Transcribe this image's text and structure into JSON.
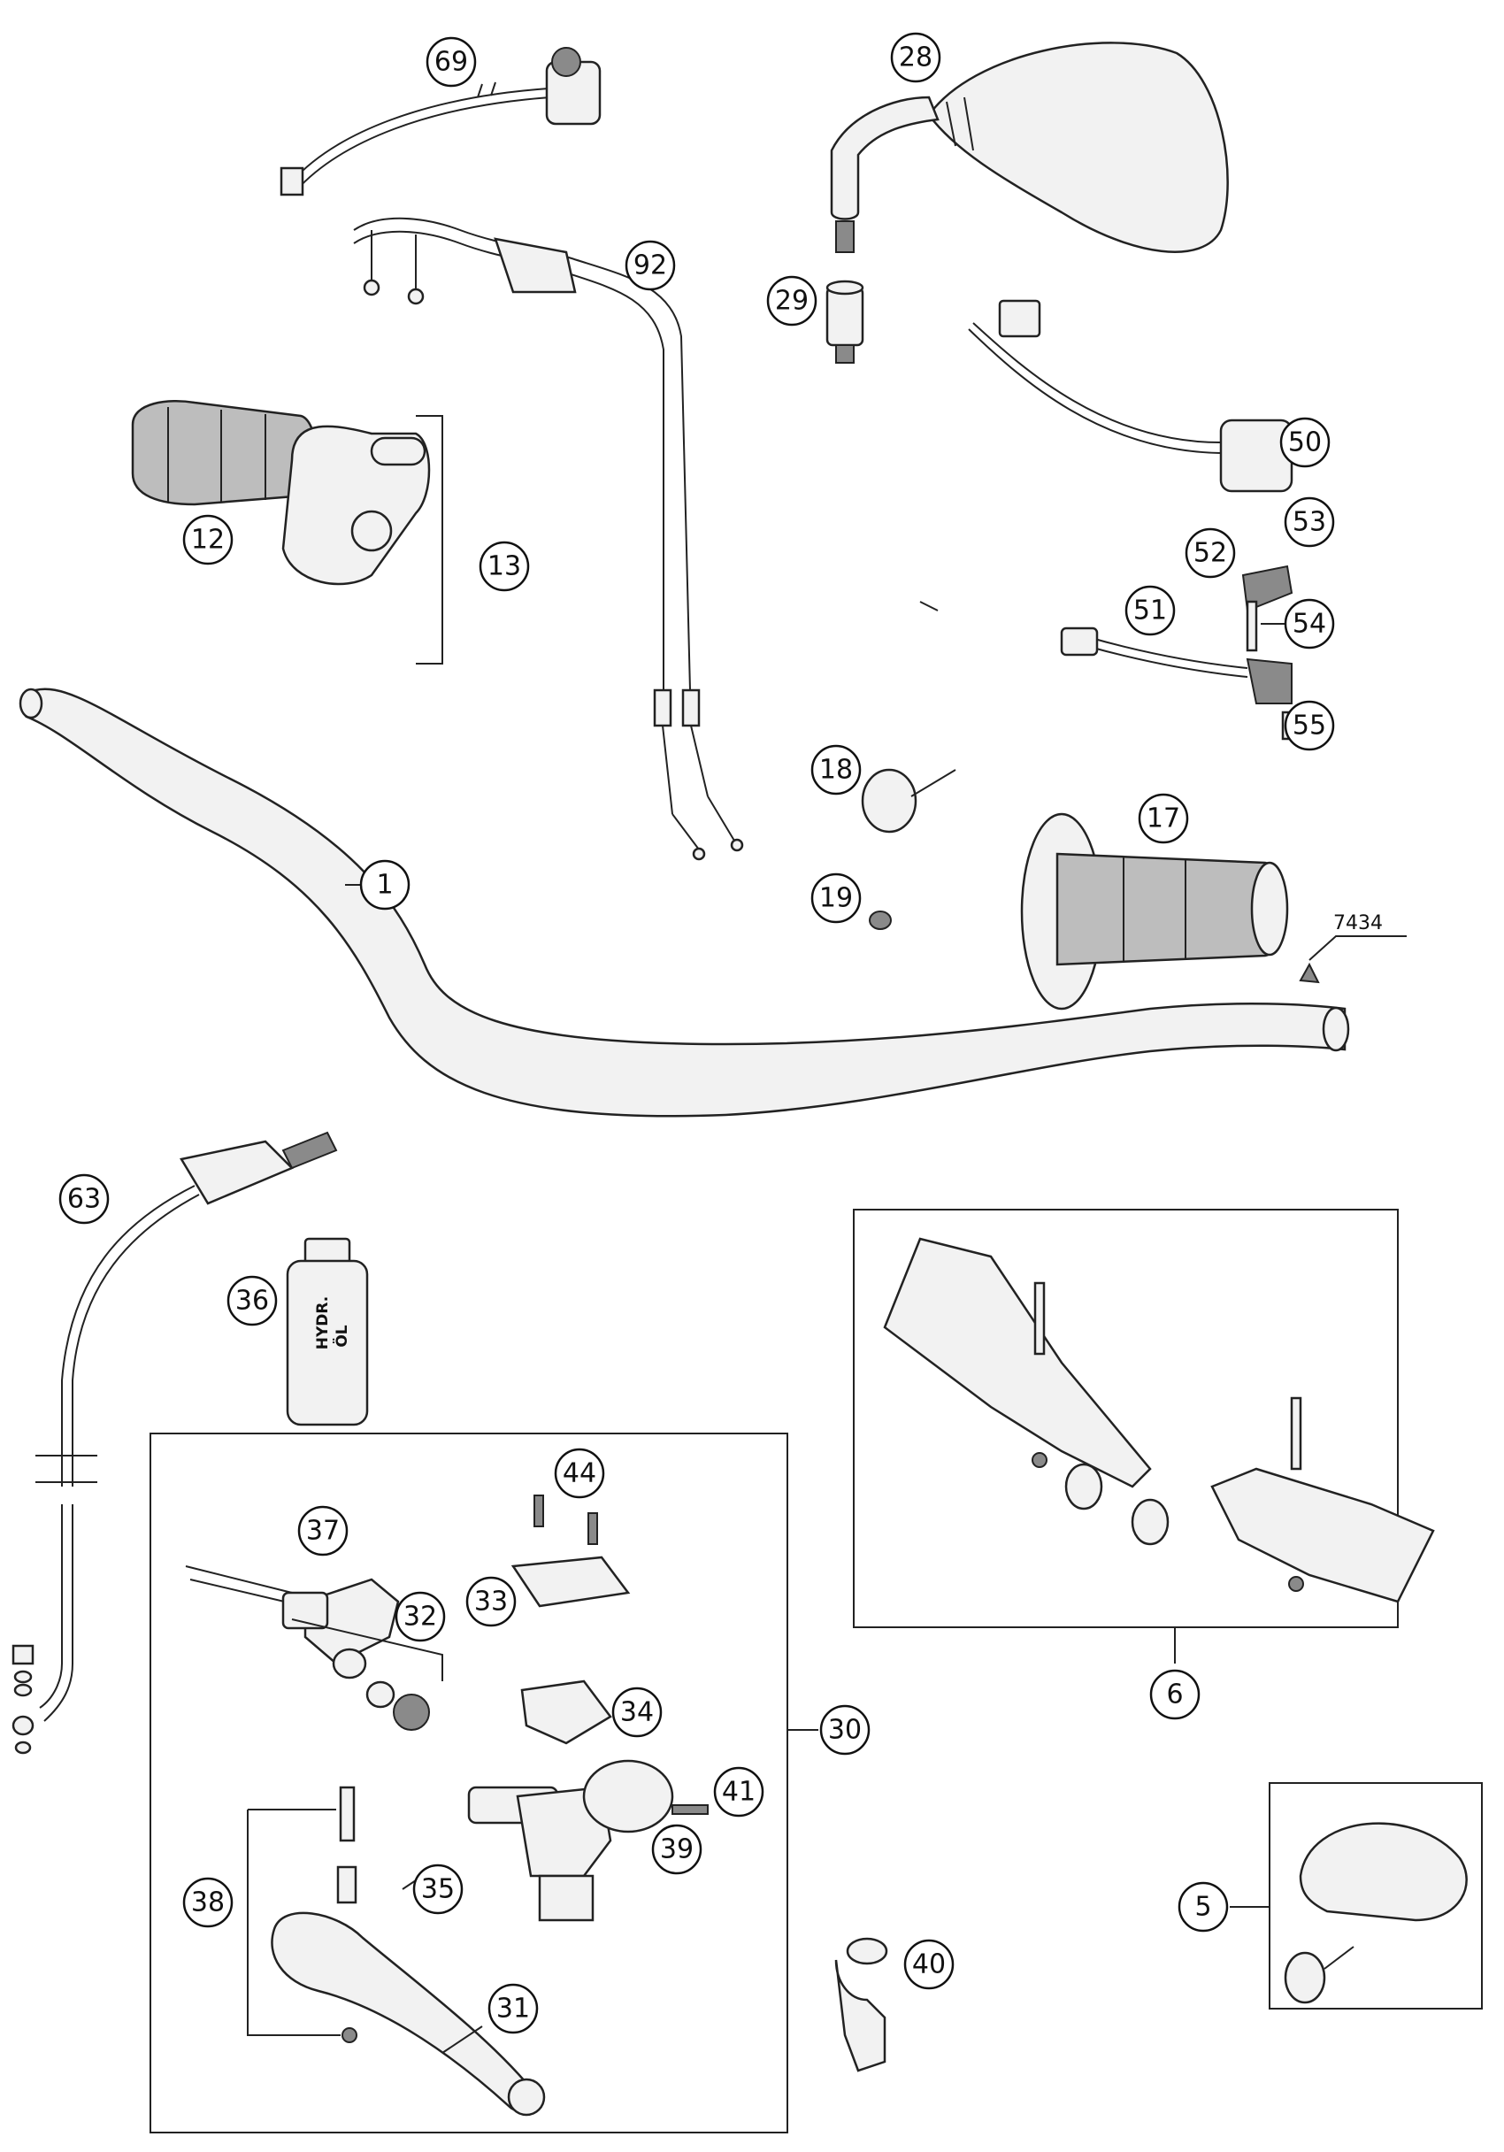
{
  "diagram": {
    "callouts": [
      {
        "id": "callout-69",
        "label": "69"
      },
      {
        "id": "callout-28",
        "label": "28"
      },
      {
        "id": "callout-92",
        "label": "92"
      },
      {
        "id": "callout-29",
        "label": "29"
      },
      {
        "id": "callout-50",
        "label": "50"
      },
      {
        "id": "callout-53",
        "label": "53"
      },
      {
        "id": "callout-52",
        "label": "52"
      },
      {
        "id": "callout-54",
        "label": "54"
      },
      {
        "id": "callout-51",
        "label": "51"
      },
      {
        "id": "callout-55",
        "label": "55"
      },
      {
        "id": "callout-12",
        "label": "12"
      },
      {
        "id": "callout-13",
        "label": "13"
      },
      {
        "id": "callout-18",
        "label": "18"
      },
      {
        "id": "callout-17",
        "label": "17"
      },
      {
        "id": "callout-19",
        "label": "19"
      },
      {
        "id": "callout-1",
        "label": "1"
      },
      {
        "id": "callout-63",
        "label": "63"
      },
      {
        "id": "callout-36",
        "label": "36"
      },
      {
        "id": "callout-6",
        "label": "6"
      },
      {
        "id": "callout-44",
        "label": "44"
      },
      {
        "id": "callout-37",
        "label": "37"
      },
      {
        "id": "callout-33",
        "label": "33"
      },
      {
        "id": "callout-32",
        "label": "32"
      },
      {
        "id": "callout-34",
        "label": "34"
      },
      {
        "id": "callout-30",
        "label": "30"
      },
      {
        "id": "callout-41",
        "label": "41"
      },
      {
        "id": "callout-39",
        "label": "39"
      },
      {
        "id": "callout-38",
        "label": "38"
      },
      {
        "id": "callout-35",
        "label": "35"
      },
      {
        "id": "callout-31",
        "label": "31"
      },
      {
        "id": "callout-40",
        "label": "40"
      },
      {
        "id": "callout-5",
        "label": "5"
      }
    ],
    "ref_number": "7434",
    "bottle_line1": "HYDR.",
    "bottle_line2": "ÖL"
  }
}
